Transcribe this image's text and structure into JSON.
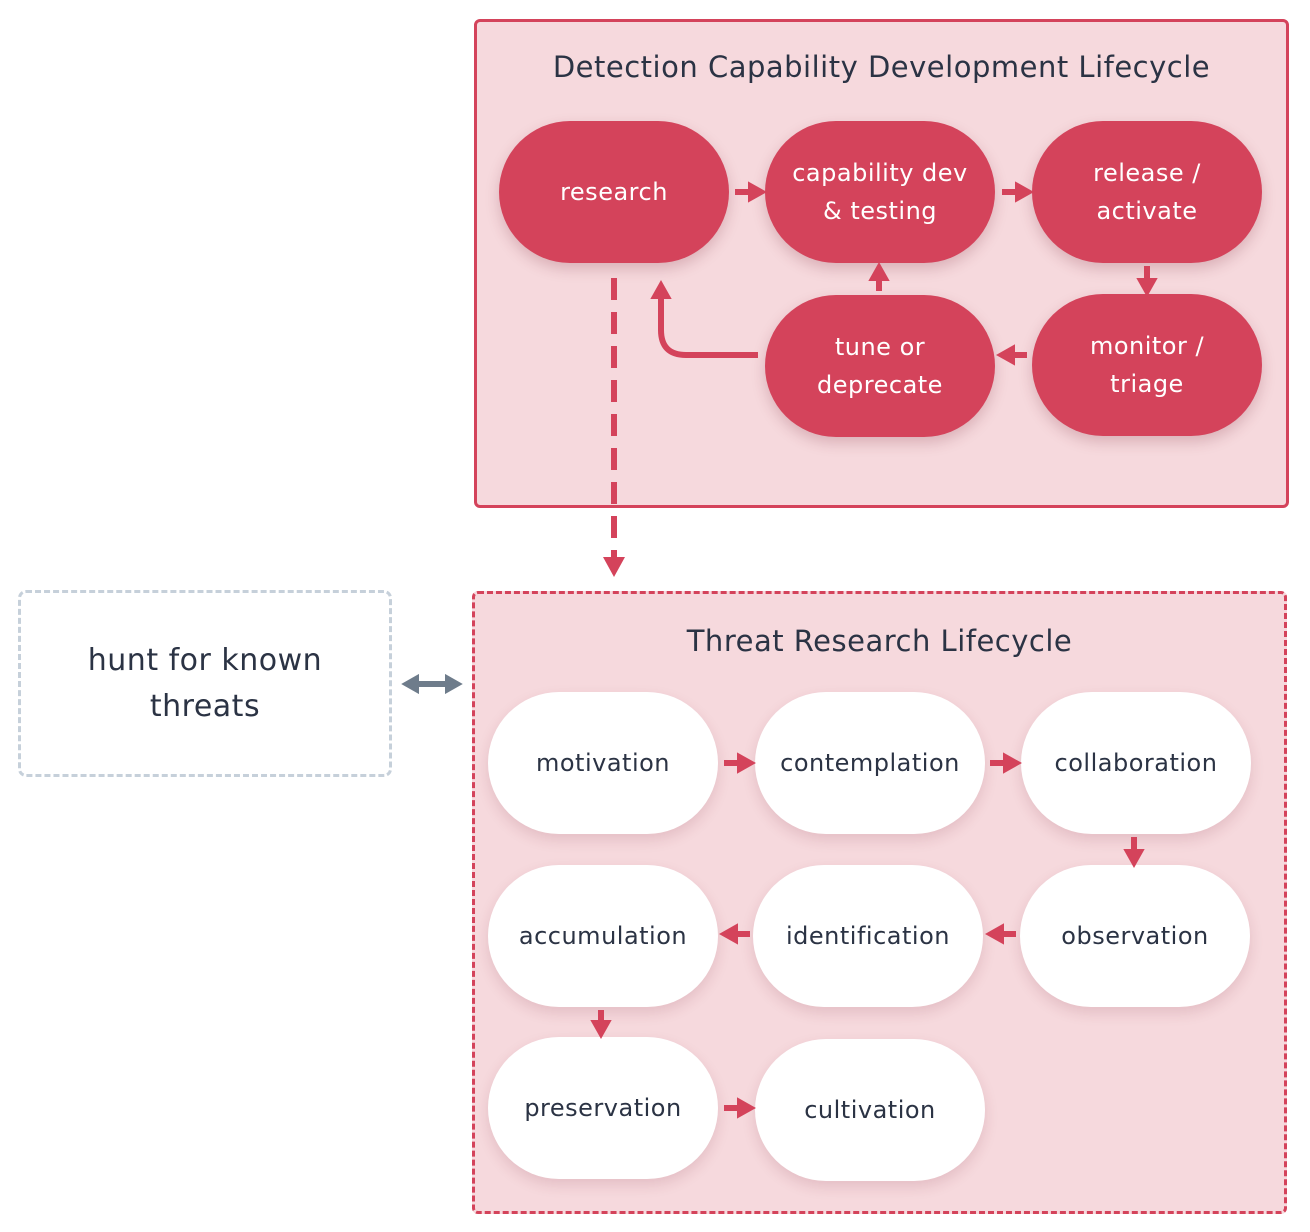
{
  "detection_lifecycle": {
    "title": "Detection Capability Development Lifecycle",
    "nodes": {
      "research": "research",
      "capability_dev": "capability dev\n& testing",
      "release": "release /\nactivate",
      "monitor": "monitor /\ntriage",
      "tune": "tune or\ndeprecate"
    }
  },
  "threat_lifecycle": {
    "title": "Threat Research Lifecycle",
    "nodes": {
      "motivation": "motivation",
      "contemplation": "contemplation",
      "collaboration": "collaboration",
      "observation": "observation",
      "identification": "identification",
      "accumulation": "accumulation",
      "preservation": "preservation",
      "cultivation": "cultivation"
    }
  },
  "hunt": {
    "label": "hunt for known\nthreats"
  },
  "colors": {
    "accent": "#d4435b",
    "panel_fill": "#f6d9dd",
    "text": "#2b3344",
    "hunt_border": "#c6d0da",
    "bidirectional_arrow": "#6e7c8b"
  }
}
